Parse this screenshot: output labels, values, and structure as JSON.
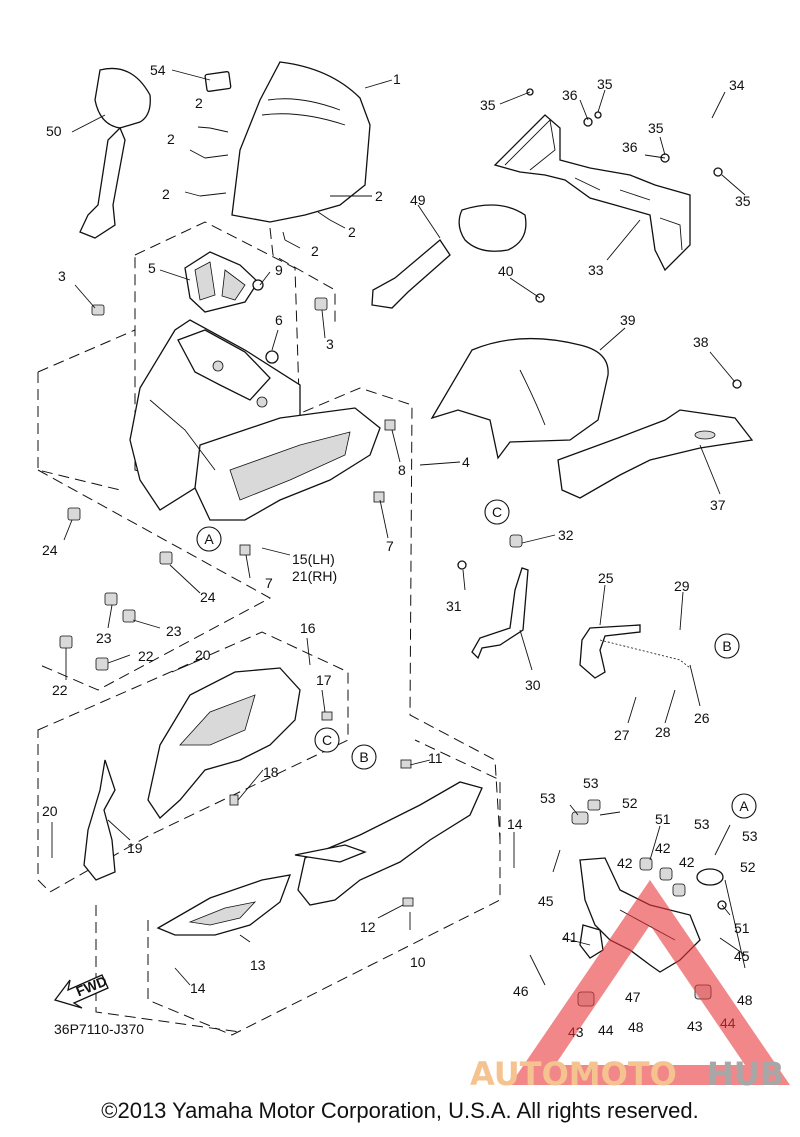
{
  "diagram_code": "36P7110-J370",
  "fwd_label": "FWD",
  "copyright": "©2013 Yamaha Motor Corporation, U.S.A. All rights reserved.",
  "watermark": {
    "part1": "AUTOMOTO",
    "part2": "HUB",
    "color1": "#f2b06a",
    "color2": "#8a8a8a",
    "triangle_color": "#e8373a"
  },
  "callouts": [
    "A",
    "B",
    "C"
  ],
  "parts": [
    "1",
    "2",
    "3",
    "4",
    "5",
    "6",
    "7",
    "8",
    "9",
    "10",
    "11",
    "12",
    "13",
    "14",
    "15(LH)",
    "16",
    "17",
    "18",
    "19",
    "20",
    "21(RH)",
    "22",
    "23",
    "24",
    "25",
    "26",
    "27",
    "28",
    "29",
    "30",
    "31",
    "32",
    "33",
    "34",
    "35",
    "36",
    "37",
    "38",
    "39",
    "40",
    "41",
    "42",
    "43",
    "44",
    "45",
    "46",
    "47",
    "48",
    "49",
    "50",
    "51",
    "52",
    "53",
    "54"
  ]
}
